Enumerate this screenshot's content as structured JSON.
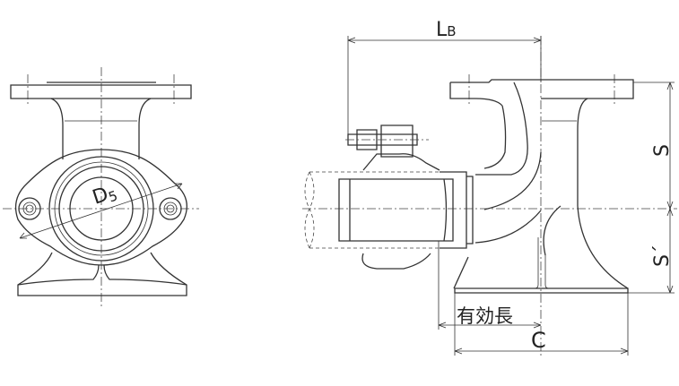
{
  "drawing": {
    "front_view": {
      "dimension_label": "D",
      "dimension_sub": "5"
    },
    "side_view": {
      "lb_label": "L",
      "lb_sub": "B",
      "s_label": "S",
      "s_prime_label": "S´",
      "effective_length_label": "有効長",
      "c_label": "C"
    },
    "line_color": "#333333"
  }
}
